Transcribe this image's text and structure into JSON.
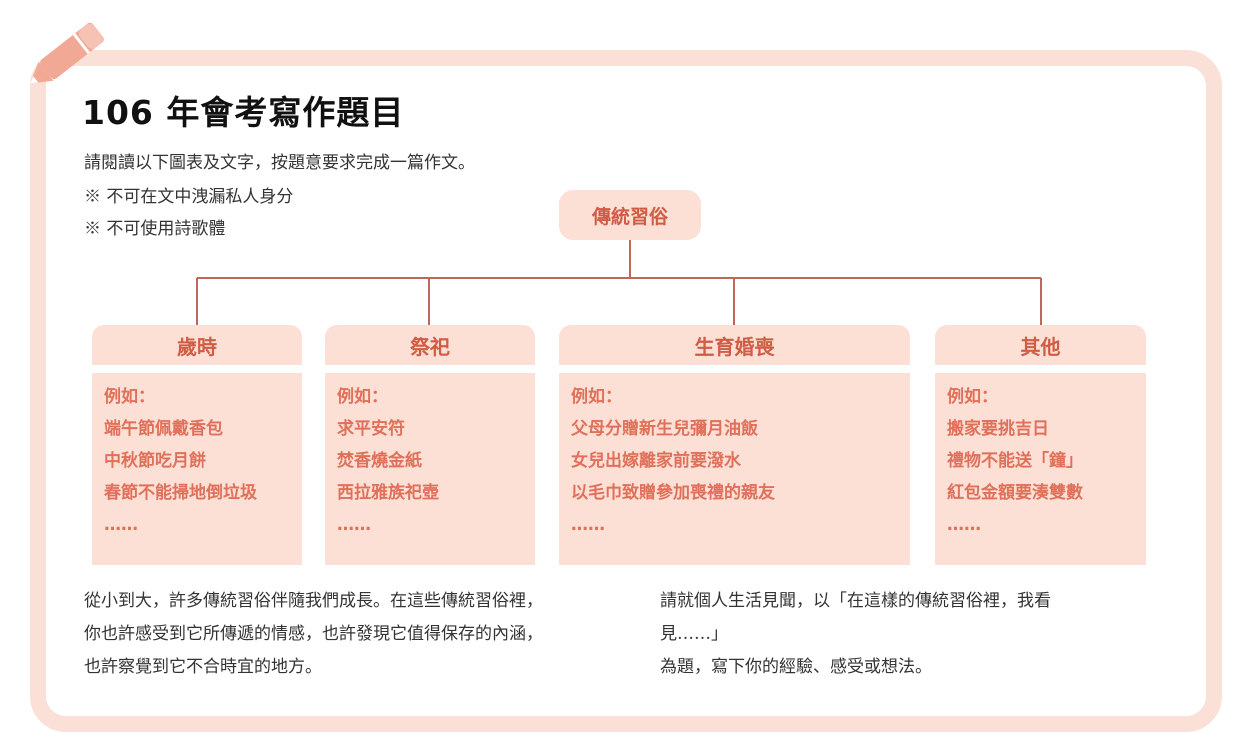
{
  "title": "106 年會考寫作題目",
  "instructions": [
    "請閱讀以下圖表及文字，按題意要求完成一篇作文。",
    "※ 不可在文中洩漏私人身分",
    "※ 不可使用詩歌體"
  ],
  "diagram": {
    "root": "傳統習俗",
    "categories": [
      {
        "name": "歲時",
        "label": "例如：",
        "items": [
          "端午節佩戴香包",
          "中秋節吃月餅",
          "春節不能掃地倒垃圾",
          "……"
        ]
      },
      {
        "name": "祭祀",
        "label": "例如：",
        "items": [
          "求平安符",
          "焚香燒金紙",
          "西拉雅族祀壺",
          "……"
        ]
      },
      {
        "name": "生育婚喪",
        "label": "例如：",
        "items": [
          "父母分贈新生兒彌月油飯",
          "女兒出嫁離家前要潑水",
          "以毛巾致贈參加喪禮的親友",
          "……"
        ]
      },
      {
        "name": "其他",
        "label": "例如：",
        "items": [
          "搬家要挑吉日",
          "禮物不能送「鐘」",
          "紅包金額要湊雙數",
          "……"
        ]
      }
    ]
  },
  "paragraph_left": [
    "從小到大，許多傳統習俗伴隨我們成長。在這些傳統習俗裡，",
    "你也許感受到它所傳遞的情感，也許發現它值得保存的內涵，",
    "也許察覺到它不合時宜的地方。"
  ],
  "paragraph_right": [
    "請就個人生活見聞，以「在這樣的傳統習俗裡，我看",
    "見……」",
    "為題，寫下你的經驗、感受或想法。"
  ],
  "colors": {
    "frame": "#fbe0d7",
    "box": "#fce0d6",
    "accent": "#d05c44",
    "example_text": "#e0705a",
    "pencil": "#f1a894"
  },
  "icons": [
    "pencil-icon"
  ]
}
